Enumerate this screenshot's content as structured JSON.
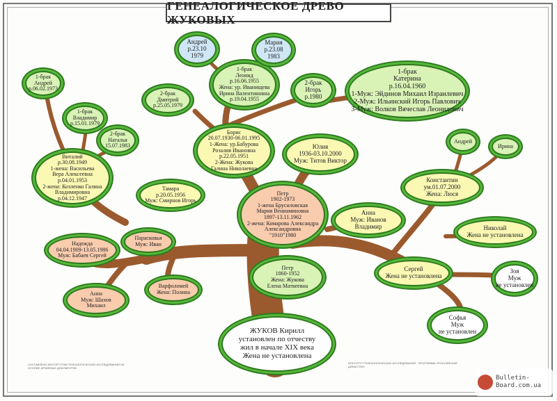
{
  "title": "ГЕНЕАЛОГИЧЕСКОЕ ДРЕВО ЖУКОВЫХ",
  "nodes": {
    "root": [
      "ЖУКОВ Кирилл",
      "установлен по отчеству",
      "жил в начале XIX века",
      "Жена не установлена"
    ],
    "petr1860": [
      "Петр",
      "1860-1952",
      "Жена: Жукова",
      "Елена Матвеевна"
    ],
    "petr1902": [
      "Петр",
      "1902-1973",
      "1-жена Брусиловская",
      "Мария Вениаминовна",
      "1897-13.11.1962",
      "2-жена: Комарова Александра",
      "Александровна",
      "\"1910\"1980"
    ],
    "boris": [
      "Борис",
      "20.07.1930-06.01.1995",
      "1-Жена: ур.Бабурова",
      "Розалия Ивановна",
      "р.22.05.1951",
      "2-Жена: Жукова",
      "Галина Николаевна"
    ],
    "yulia": [
      "Юлия",
      "1936-03.10.2000",
      "Муж: Титов Виктор"
    ],
    "vitaly": [
      "Виталий",
      "р.30.08.1949",
      "1-жена: Васильева",
      "Вера Алексеевна",
      "р.04.01.1953",
      "2-жена: Козленко Галина",
      "Владимировна",
      "р.04.12.1947"
    ],
    "nadezhda": [
      "Надежда",
      "04.04.1909-13.05.1986",
      "Муж: Бабаев Сергей"
    ],
    "tamara": [
      "Тамара",
      "р.20.05.1956",
      "Муж: Смирнов Игорь"
    ],
    "paraskovya": [
      "Парасковья",
      "Муж: Иван"
    ],
    "anna_l": [
      "Анна",
      "Муж: Шахов",
      "Михаил"
    ],
    "varfolomey": [
      "Варфоломей",
      "Жена: Полина"
    ],
    "leonid": [
      "1-брак",
      "Леонид",
      "р.16.06.1955",
      "Жена: ур. Иванищева",
      "Ирина Валентиновна",
      "р.19.04.1955"
    ],
    "andrey_top": [
      "Андрей",
      "р.23.10",
      "1979"
    ],
    "maria": [
      "Мария",
      "р.23.08",
      "1983"
    ],
    "dmitry": [
      "2-брак",
      "Дмитрий",
      "р.25.05.1979"
    ],
    "igor": [
      "2-брак",
      "Игорь",
      "р.1980"
    ],
    "katerina": [
      "1-брак",
      "Катерина",
      "р.16.04.1960",
      "1-Муж: Эйдинов Михаил Израилевич",
      "2-Муж: Ильинский Игорь Павлович",
      "3-Муж: Волков Вячеслав Леонидович"
    ],
    "andrey_l": [
      "1-брак",
      "Андрей",
      "р.06.02.1973"
    ],
    "vladimir_l": [
      "1-брак",
      "Владимир",
      "р.15.01.1979"
    ],
    "natalia": [
      "2-брак",
      "Наталья",
      "15.07.1983"
    ],
    "anna_r": [
      "Анна",
      "Муж: Иванов",
      "Владимир"
    ],
    "konstantin": [
      "Константин",
      "ум.01.07.2000",
      "Жена: Люся"
    ],
    "andrey_r": [
      "Андрей"
    ],
    "irina": [
      "Ирина"
    ],
    "nikolay": [
      "Николай",
      "Жена не установлена"
    ],
    "sergey": [
      "Сергей",
      "Жена не установлена"
    ],
    "zoya": [
      "Зоя",
      "Муж",
      "не установлен"
    ],
    "sofia": [
      "Софья",
      "Муж",
      "не установлен"
    ]
  },
  "footer": {
    "left": "СОСТАВЛЕНО ИНСТИТУТОМ ГЕНЕАЛОГИЧЕСКИХ ИССЛЕДОВАНИЙ НА ОСНОВЕ АРХИВНЫХ ДОКУМЕНТОВ",
    "right": "ИНСТИТУТ ГЕНЕАЛОГИЧЕСКИХ ИССЛЕДОВАНИЙ · ПРОГРАММА «РОССИЙСКИЕ ДИНАСТИИ»"
  },
  "watermark": [
    "Bulletin-",
    "Board.com.ua"
  ],
  "colors": {
    "trunk": "#9b5a2e",
    "leaf": "#57b83a",
    "leaf_dark": "#2d7a1f",
    "yellow": "#fbf8b4",
    "orange": "#f9ccae",
    "green": "#d9f2b6",
    "blue": "#cfe6f5"
  }
}
